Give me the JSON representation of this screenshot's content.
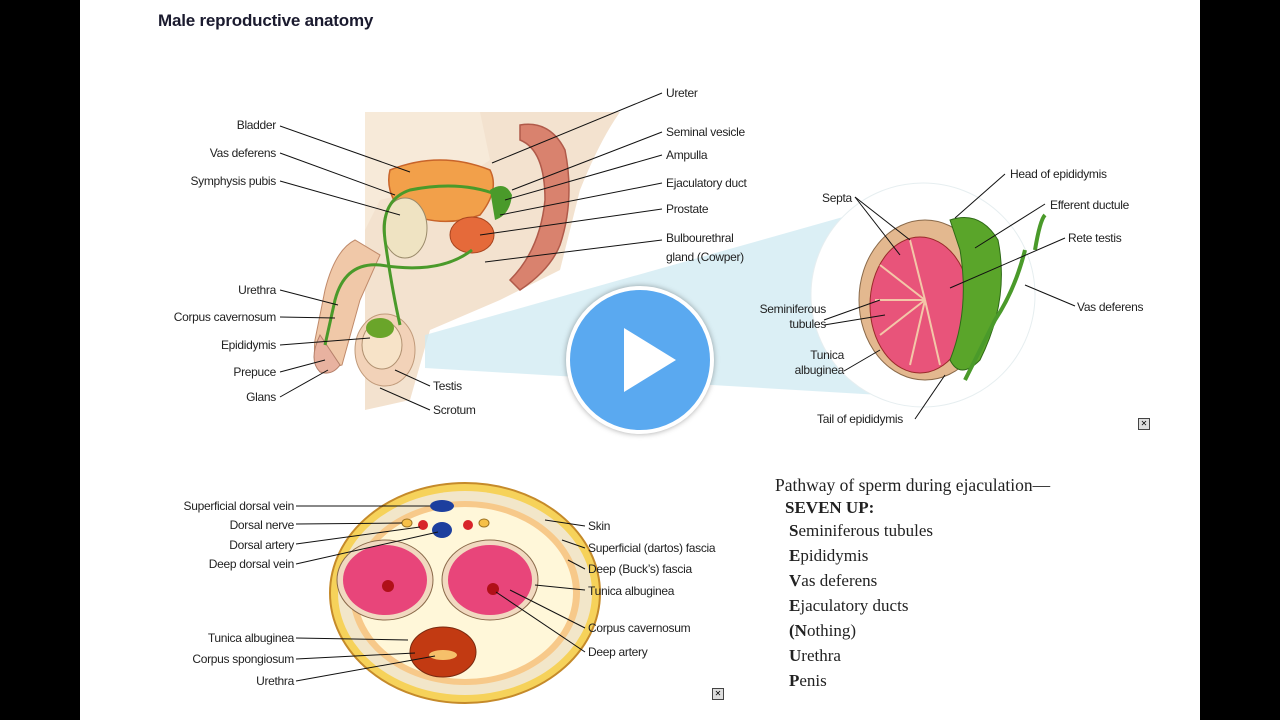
{
  "title": "Male reproductive anatomy",
  "sagittal_labels": {
    "bladder": "Bladder",
    "vas_deferens": "Vas deferens",
    "symphysis_pubis": "Symphysis pubis",
    "urethra": "Urethra",
    "corpus_cavernosum": "Corpus cavernosum",
    "epididymis": "Epididymis",
    "prepuce": "Prepuce",
    "glans": "Glans",
    "ureter": "Ureter",
    "seminal_vesicle": "Seminal vesicle",
    "ampulla": "Ampulla",
    "ejaculatory_duct": "Ejaculatory duct",
    "prostate": "Prostate",
    "bulbourethral_1": "Bulbourethral",
    "bulbourethral_2": "gland (Cowper)",
    "testis": "Testis",
    "scrotum": "Scrotum"
  },
  "testis_labels": {
    "head_epididymis": "Head of epididymis",
    "septa": "Septa",
    "efferent_ductule": "Efferent ductule",
    "rete_testis": "Rete testis",
    "seminiferous_1": "Seminiferous",
    "seminiferous_2": "tubules",
    "vas_deferens": "Vas deferens",
    "tunica_1": "Tunica",
    "tunica_2": "albuginea",
    "tail_epididymis": "Tail of epididymis"
  },
  "cross_labels": {
    "superficial_dorsal_vein": "Superficial dorsal vein",
    "dorsal_nerve": "Dorsal nerve",
    "dorsal_artery": "Dorsal artery",
    "deep_dorsal_vein": "Deep dorsal vein",
    "tunica_albuginea_left": "Tunica albuginea",
    "corpus_spongiosum": "Corpus spongiosum",
    "urethra": "Urethra",
    "skin": "Skin",
    "superficial_fascia": "Superficial (dartos) fascia",
    "deep_fascia": "Deep (Buck’s) fascia",
    "tunica_albuginea_right": "Tunica albuginea",
    "corpus_cavernosum": "Corpus cavernosum",
    "deep_artery": "Deep artery"
  },
  "pathway": {
    "heading": "Pathway of sperm during ejaculation—",
    "mnemonic": "SEVEN UP:",
    "items": [
      {
        "initial": "S",
        "rest": "eminiferous tubules"
      },
      {
        "initial": "E",
        "rest": "pididymis"
      },
      {
        "initial": "V",
        "rest": "as deferens"
      },
      {
        "initial": "E",
        "rest": "jaculatory ducts"
      },
      {
        "initial": "(N",
        "rest": "othing)"
      },
      {
        "initial": "U",
        "rest": "rethra"
      },
      {
        "initial": "P",
        "rest": "enis"
      }
    ]
  },
  "icons": {
    "play": "play-icon"
  },
  "colors": {
    "play_bg": "#5aa9f0",
    "tissue_pink": "#e8457a",
    "duct_green": "#4a9a2a",
    "vein_blue": "#1d3f9e",
    "artery_red": "#d8242a"
  }
}
